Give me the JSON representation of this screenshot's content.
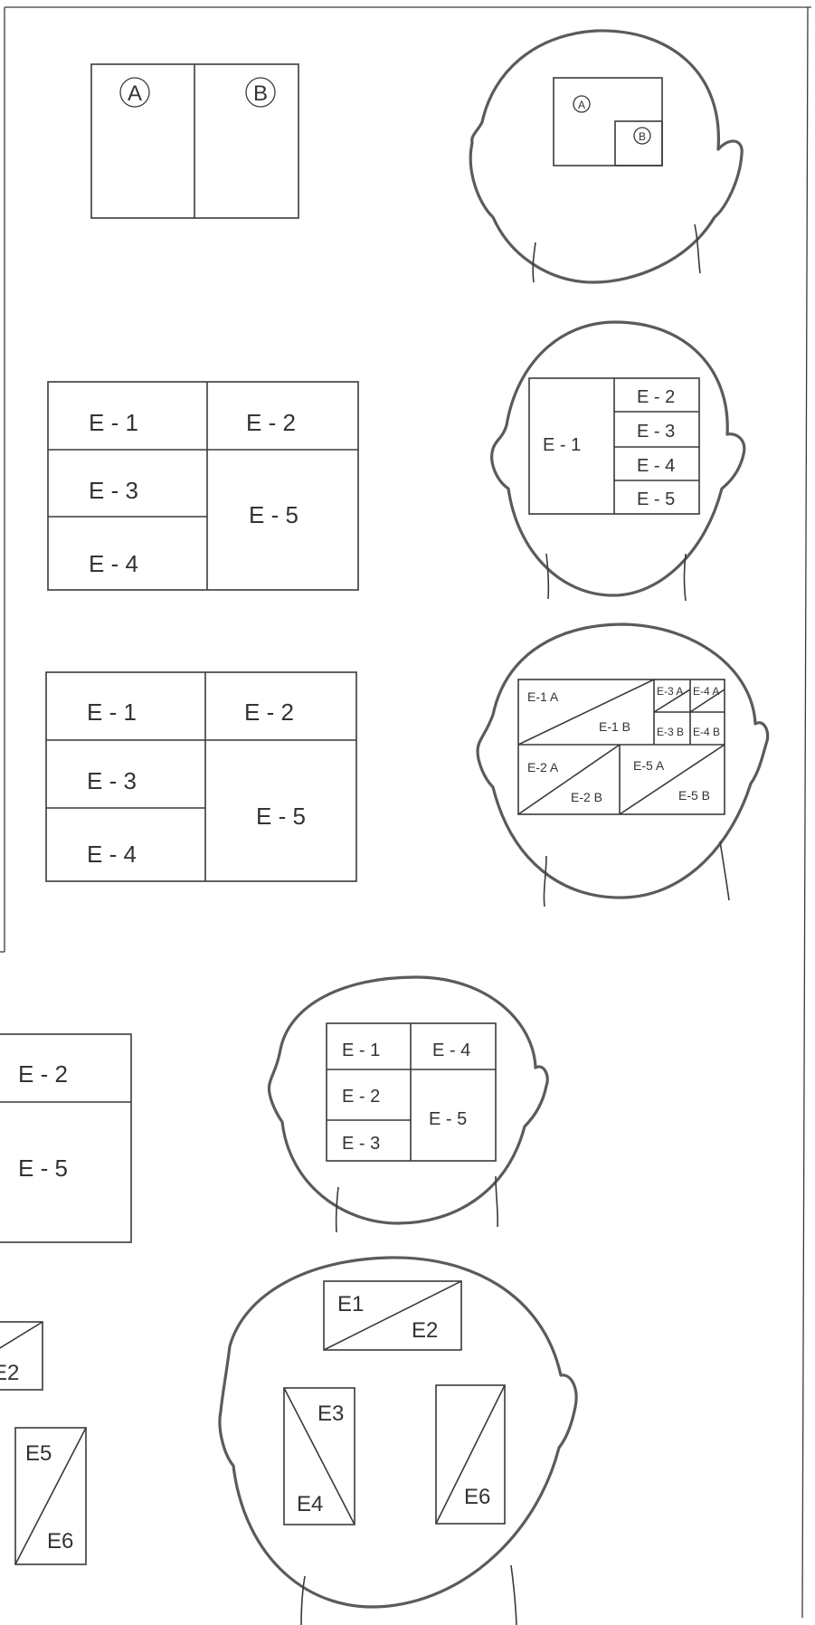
{
  "labels": {
    "a": "A",
    "b": "B",
    "e1": "E - 1",
    "e2": "E - 2",
    "e3": "E - 3",
    "e4": "E - 4",
    "e5": "E - 5",
    "e1a": "E-1 A",
    "e1b": "E-1 B",
    "e2a": "E-2 A",
    "e2b": "E-2 B",
    "e3a": "E-3 A",
    "e3b": "E-3 B",
    "e4a": "E-4 A",
    "e4b": "E-4 B",
    "e5a": "E-5 A",
    "e5b": "E-5 B",
    "E1": "E1",
    "E2": "E2",
    "E3": "E3",
    "E4": "E4",
    "E5": "E5",
    "E6": "E6"
  }
}
